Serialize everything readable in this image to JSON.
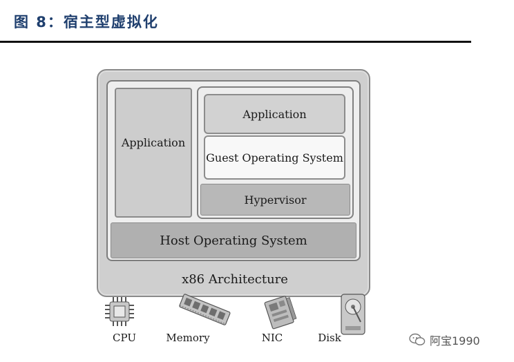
{
  "figure": {
    "title": "图 8：宿主型虚拟化"
  },
  "diagram": {
    "application_left": "Application",
    "application_vm": "Application",
    "guest_os": "Guest Operating System",
    "hypervisor": "Hypervisor",
    "host_os": "Host Operating System",
    "architecture": "x86 Architecture",
    "hardware": {
      "cpu": "CPU",
      "memory": "Memory",
      "nic": "NIC",
      "disk": "Disk"
    }
  },
  "watermark": {
    "text": "阿宝1990"
  }
}
